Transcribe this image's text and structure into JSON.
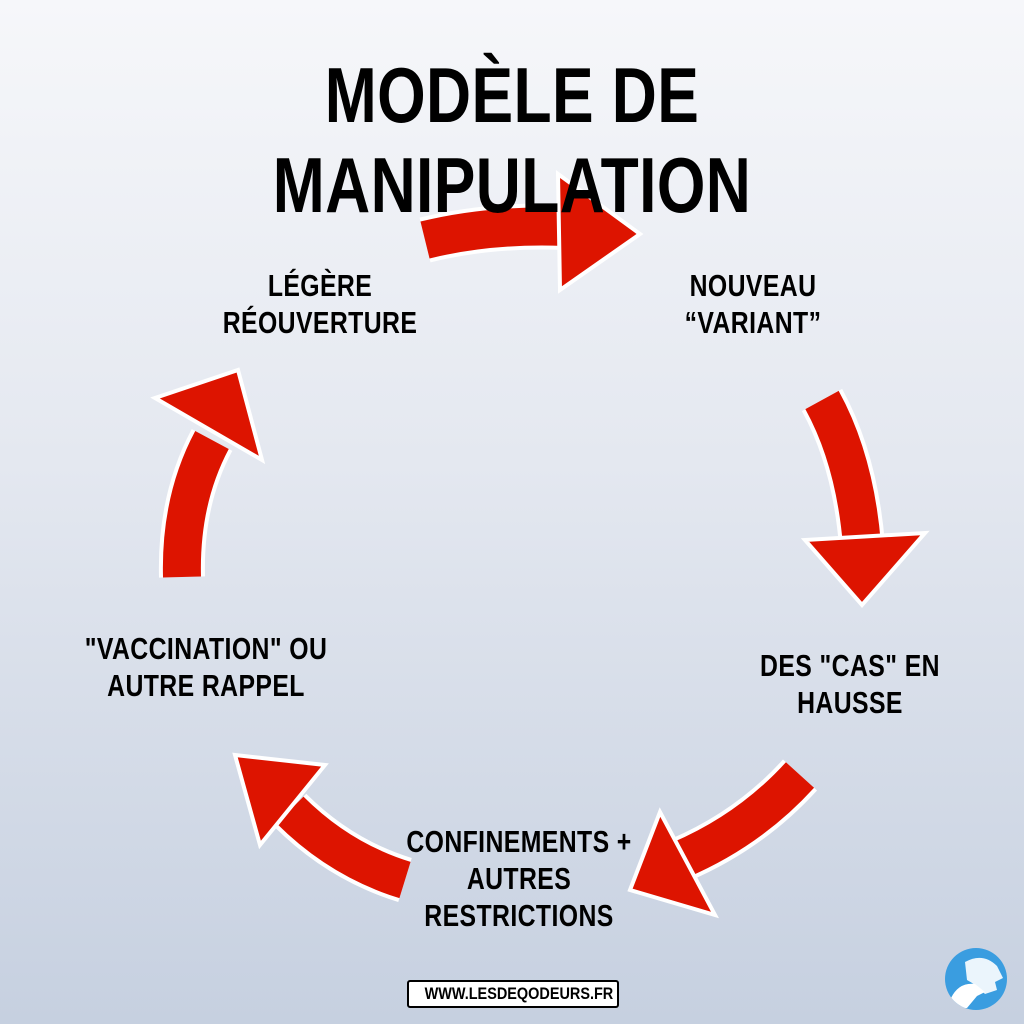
{
  "title": "MODÈLE DE MANIPULATION",
  "steps": [
    {
      "line1": "NOUVEAU",
      "line2": "“VARIANT”"
    },
    {
      "line1": "DES \"CAS\" EN",
      "line2": "HAUSSE"
    },
    {
      "line1": "CONFINEMENTS +",
      "line2": "AUTRES",
      "line3": "RESTRICTIONS"
    },
    {
      "line1": "\"VACCINATION\" OU",
      "line2": "AUTRE RAPPEL"
    },
    {
      "line1": "LÉGÈRE",
      "line2": "RÉOUVERTURE"
    }
  ],
  "url": "WWW.LESDEQODEURS.FR",
  "colors": {
    "arrow": "#dd1400",
    "logo": "#3a9de0"
  }
}
